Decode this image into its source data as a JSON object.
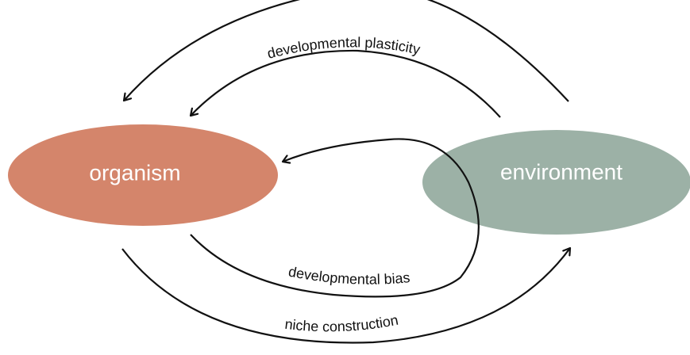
{
  "nodes": {
    "organism": {
      "label": "organism",
      "color": "#d4856b"
    },
    "environment": {
      "label": "environment",
      "color": "#9cb1a6"
    }
  },
  "edges": {
    "developmental_plasticity": {
      "label": "developmental plasticity"
    },
    "developmental_bias": {
      "label": "developmental bias"
    },
    "niche_construction": {
      "label": "niche construction"
    }
  }
}
